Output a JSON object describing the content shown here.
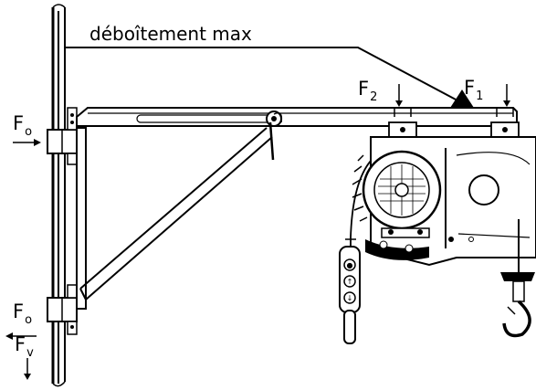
{
  "title_annotation": "déboîtement max",
  "forces": {
    "f0_top": {
      "base": "F",
      "sub": "o"
    },
    "f0_bottom": {
      "base": "F",
      "sub": "o"
    },
    "fv": {
      "base": "F",
      "sub": "v"
    },
    "f1": {
      "base": "F",
      "sub": "1"
    },
    "f2": {
      "base": "F",
      "sub": "2"
    }
  },
  "pendant_buttons": [
    "●",
    "↑",
    "↓"
  ],
  "icons": [
    "column-beam",
    "jib-arm",
    "diagonal-brace",
    "hoist-motor",
    "hoist-drum",
    "pendant-control",
    "hook"
  ]
}
